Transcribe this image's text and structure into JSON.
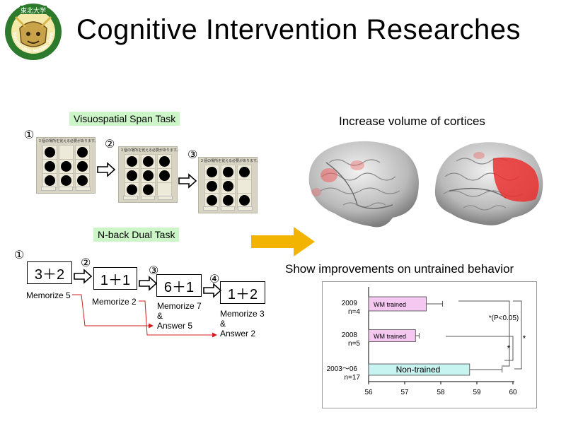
{
  "title": "Cognitive Intervention Researches",
  "logo": {
    "top_text": "東北大学",
    "ring_text": "Tohoku Univ. Sendai, JAPAN"
  },
  "visuospatial": {
    "label": "Visuospatial Span Task",
    "steps": [
      "①",
      "②",
      "③"
    ],
    "panel_header": "3 個の場所を覚える必要があります。",
    "grids": [
      [
        1,
        0,
        1,
        1,
        1,
        1,
        1,
        1,
        1
      ],
      [
        1,
        1,
        1,
        1,
        1,
        1,
        1,
        1,
        0
      ],
      [
        1,
        1,
        1,
        1,
        1,
        0,
        1,
        1,
        1
      ]
    ]
  },
  "nback": {
    "label": "N-back Dual Task",
    "steps": [
      "①",
      "②",
      "③",
      "④"
    ],
    "equations": [
      "3＋2",
      "1＋1",
      "6＋1",
      "1＋2"
    ],
    "notes": {
      "n1": "Memorize 5",
      "n2": "Memorize  2",
      "n3a": "Memorize 7",
      "n3b": "&",
      "n3c": "Answer 5",
      "n4a": "Memorize 3",
      "n4b": "&",
      "n4c": "Answer 2"
    }
  },
  "right": {
    "cortex_label": "Increase volume of cortices",
    "behavior_label": "Show improvements on untrained behavior"
  },
  "colors": {
    "arrow": "#f2b400",
    "tag_bg": "#ccf5c8",
    "bar_wm": "#f5c8f2",
    "bar_non": "#c7f3f1",
    "red_line": "#d02020"
  },
  "chart_data": {
    "type": "bar",
    "orientation": "horizontal",
    "categories": [
      [
        "2009",
        "n=4"
      ],
      [
        "2008",
        "n=5"
      ],
      [
        "2003～06",
        "n=17"
      ]
    ],
    "bar_labels": [
      "WM trained",
      "WM trained",
      "Non-trained"
    ],
    "values": [
      57.6,
      57.3,
      58.8
    ],
    "error": [
      0.45,
      0.1,
      0.9
    ],
    "xlim": [
      56,
      60
    ],
    "xticks": [
      "56",
      "57",
      "58",
      "59",
      "60"
    ],
    "annotations": {
      "p_note": "*(P<0.05)",
      "star1": "*",
      "star2": "*"
    }
  }
}
